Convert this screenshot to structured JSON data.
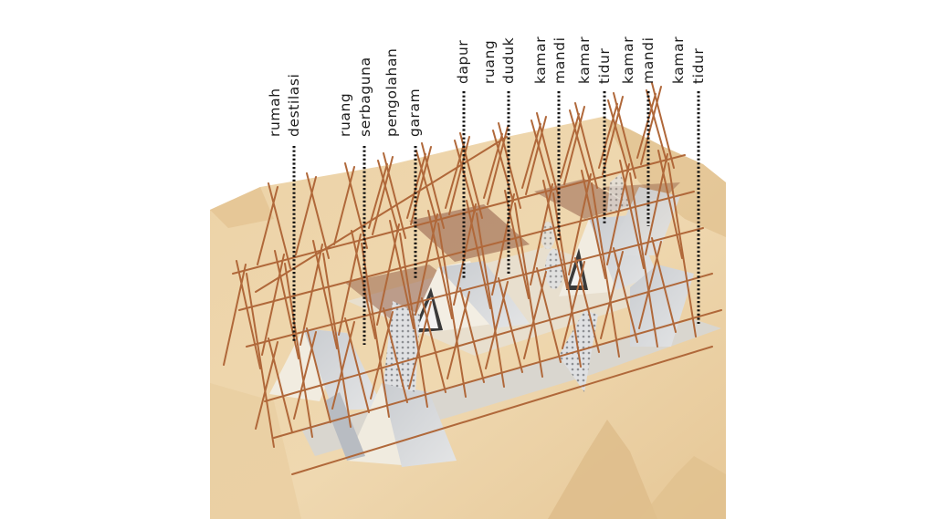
{
  "labels": [
    "rumah",
    "destilasi",
    "ruang",
    "serbaguna",
    "pengolahan",
    "garam",
    "dapur",
    "ruang",
    "duduk",
    "kamar",
    "mandi",
    "kamar",
    "tidur",
    "kamar",
    "mandi",
    "kamar",
    "tidur"
  ]
}
